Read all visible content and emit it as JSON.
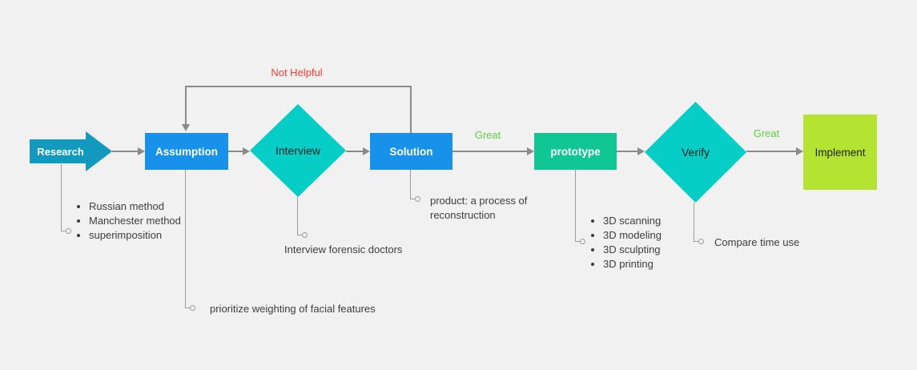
{
  "canvas": {
    "background": "#f1f1f2"
  },
  "nodes": {
    "research": {
      "label": "Research",
      "color": "#1199BE",
      "shape": "arrow"
    },
    "assumption": {
      "label": "Assumption",
      "color": "#1791E9",
      "shape": "rectangle"
    },
    "interview": {
      "label": "Interview",
      "color": "#06CEC7",
      "shape": "diamond"
    },
    "solution": {
      "label": "Solution",
      "color": "#1791E9",
      "shape": "rectangle"
    },
    "prototype": {
      "label": "prototype",
      "color": "#10C695",
      "shape": "rectangle"
    },
    "verify": {
      "label": "Verify",
      "color": "#06CEC7",
      "shape": "diamond"
    },
    "implement": {
      "label": "Implement",
      "color": "#B4E332",
      "shape": "square"
    }
  },
  "edge_labels": {
    "not_helpful": {
      "text": "Not Helpful",
      "color": "#FB3A2D"
    },
    "great_1": {
      "text": "Great",
      "color": "#5ECF3E"
    },
    "great_2": {
      "text": "Great",
      "color": "#5ECF3E"
    }
  },
  "annotations": {
    "research_notes": {
      "items": [
        "Russian method",
        "Manchester method",
        "superimposition"
      ]
    },
    "assumption_note": {
      "text": "prioritize weighting of facial features"
    },
    "interview_note": {
      "text": "Interview forensic doctors"
    },
    "solution_note": {
      "text": "product: a process of reconstruction"
    },
    "prototype_notes": {
      "items": [
        "3D scanning",
        "3D modeling",
        "3D sculpting",
        "3D printing"
      ]
    },
    "verify_note": {
      "text": "Compare time use"
    }
  },
  "connector_color": "#8a8a8a"
}
